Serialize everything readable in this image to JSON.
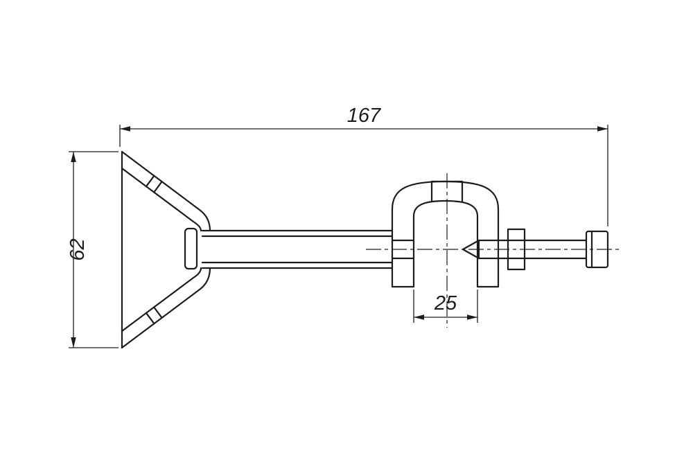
{
  "drawing": {
    "dimensions": {
      "overall_length": "167",
      "overall_height": "62",
      "jaw_opening": "25"
    },
    "colors": {
      "line": "#1c1c1c",
      "background": "#ffffff"
    }
  }
}
